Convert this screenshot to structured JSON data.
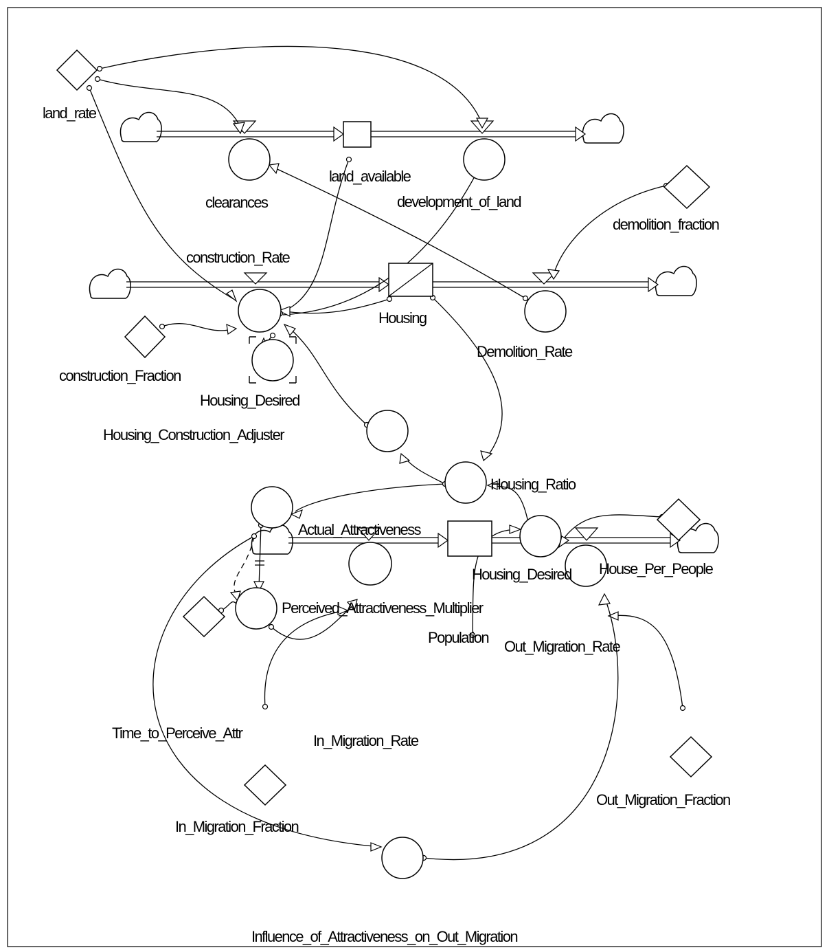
{
  "diagram": {
    "labels": {
      "land_rate": "land_rate",
      "land_available": "land_available",
      "clearances": "clearances",
      "development_of_land": "development_of_land",
      "demolition_fraction": "demolition_fraction",
      "construction_rate": "construction_Rate",
      "housing": "Housing",
      "demolition_rate": "Demolition_Rate",
      "construction_fraction": "construction_Fraction",
      "housing_desired_ghost": "Housing_Desired",
      "housing_construction_adjuster": "Housing_Construction_Adjuster",
      "housing_ratio": "Housing_Ratio",
      "actual_attractiveness": "Actual_Attractiveness",
      "housing_desired": "Housing_Desired",
      "house_per_people": "House_Per_People",
      "perceived_attractiveness_multiplier": "Perceived_Attractiveness_Multiplier",
      "population": "Population",
      "out_migration_rate": "Out_Migration_Rate",
      "time_to_perceive_attr": "Time_to_Perceive_Attr",
      "in_migration_rate": "In_Migration_Rate",
      "in_migration_fraction": "In_Migration_Fraction",
      "out_migration_fraction": "Out_Migration_Fraction",
      "influence_of_attractiveness_on_out_migration": "Influence_of_Attractiveness_on_Out_Migration"
    }
  }
}
